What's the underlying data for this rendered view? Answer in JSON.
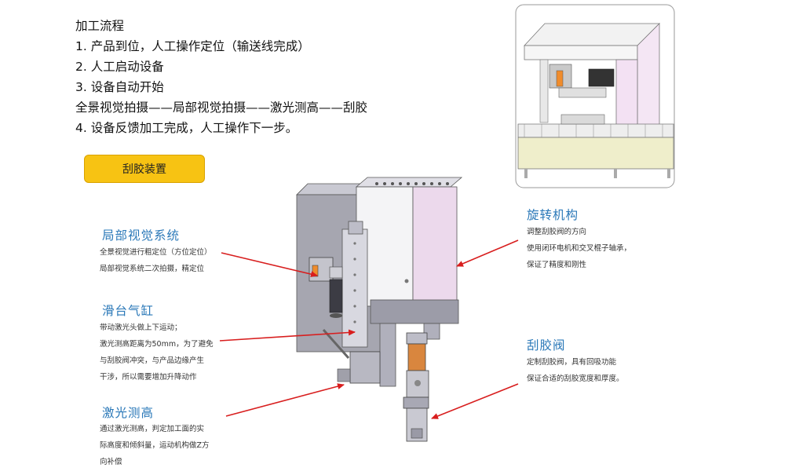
{
  "process": {
    "heading": "加工流程",
    "step1": "1. 产品到位，人工操作定位（输送线完成）",
    "step2": "2. 人工启动设备",
    "step3": "3. 设备自动开始",
    "step3_detail": "全景视觉拍摄——局部视觉拍摄——激光测高——刮胶",
    "step4": "4. 设备反馈加工完成，人工操作下一步。"
  },
  "device_badge": "刮胶装置",
  "callouts": {
    "local_vision": {
      "title": "局部视觉系统",
      "lines": [
        "全景视觉进行粗定位（方位定位）",
        "局部视觉系统二次拍摄，精定位"
      ]
    },
    "slide_cylinder": {
      "title": "滑台气缸",
      "lines": [
        "带动激光头做上下运动；",
        "激光测高距离为50mm，为了避免",
        "与刮胶阀冲突，与产品边缘产生",
        "干涉，所以需要增加升降动作"
      ]
    },
    "laser_height": {
      "title": "激光测高",
      "lines": [
        "通过激光测高，判定加工面的实",
        "际高度和倾斜量，运动机构做Z方",
        "向补偿"
      ]
    },
    "rotation": {
      "title": "旋转机构",
      "lines": [
        "调整刮胶阀的方向",
        "使用闭环电机和交叉棍子轴承，",
        "保证了精度和刚性"
      ]
    },
    "scraper_valve": {
      "title": "刮胶阀",
      "lines": [
        "定制刮胶阀，具有回吸功能",
        "保证合适的刮胶宽度和厚度。"
      ]
    }
  },
  "colors": {
    "title_blue": "#2a78b8",
    "badge_yellow": "#f7c313",
    "arrow_red": "#d81e1e"
  }
}
